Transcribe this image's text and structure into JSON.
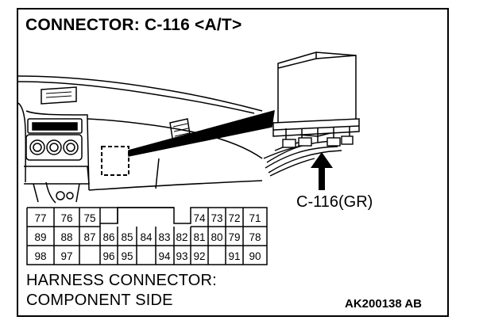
{
  "title": "CONNECTOR: C-116 <A/T>",
  "connector_label": "C-116(GR)",
  "footer": {
    "line1": "HARNESS CONNECTOR:",
    "line2": "COMPONENT SIDE"
  },
  "figure_code": "AK200138 AB",
  "pins": {
    "row1": [
      "77",
      "76",
      "75",
      "74",
      "73",
      "72",
      "71"
    ],
    "row2": [
      "89",
      "88",
      "87",
      "86",
      "85",
      "84",
      "83",
      "82",
      "81",
      "80",
      "79",
      "78"
    ],
    "row3": [
      "98",
      "97",
      "96",
      "95",
      "94",
      "93",
      "92",
      "91",
      "90"
    ]
  },
  "icons": {
    "dashboard": "dashboard-illustration-icon",
    "component": "control-unit-icon",
    "arrow": "up-arrow-icon",
    "harness": "wire-harness-icon"
  }
}
